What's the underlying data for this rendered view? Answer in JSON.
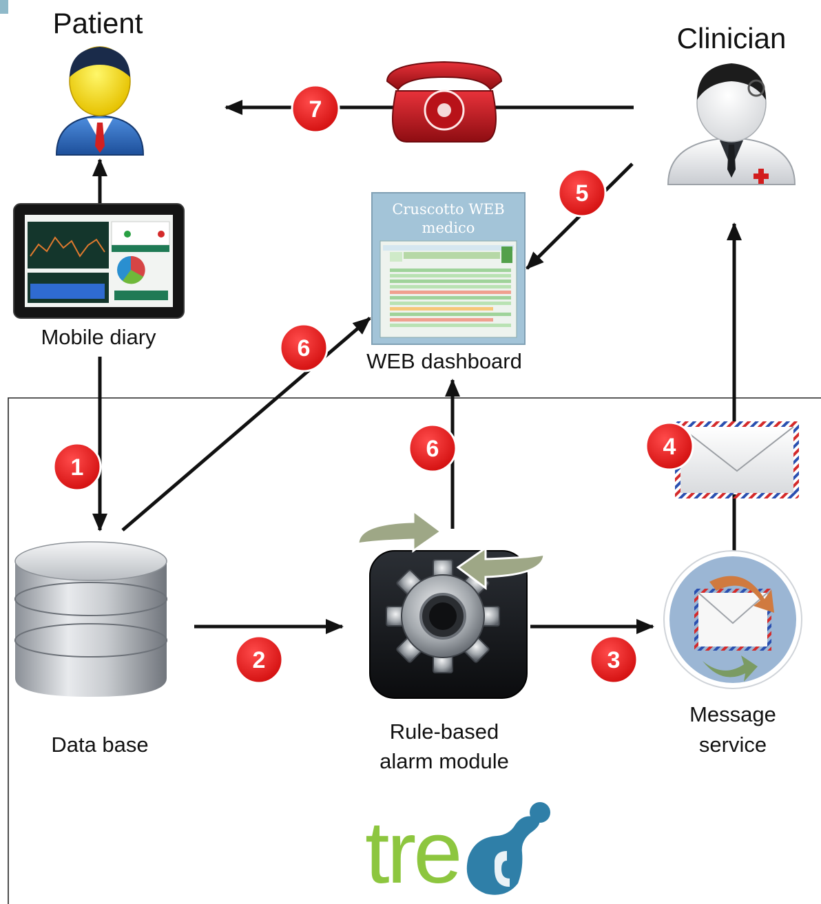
{
  "labels": {
    "patient": "Patient",
    "clinician": "Clinician",
    "mobile_diary": "Mobile diary",
    "web_dashboard": "WEB dashboard",
    "data_base": "Data base",
    "alarm_module_line1": "Rule-based",
    "alarm_module_line2": "alarm module",
    "message_service_line1": "Message",
    "message_service_line2": "service",
    "brand_logo": "treC"
  },
  "dashboard_screen": {
    "title_line1": "Cruscotto WEB",
    "title_line2": "medico"
  },
  "steps": [
    "1",
    "2",
    "3",
    "4",
    "5",
    "6",
    "6",
    "7"
  ],
  "colors": {
    "badge": "#e41a1a",
    "arrow": "#111111",
    "logo_green": "#8dc63f",
    "logo_blue": "#2f7fa8",
    "phone_red": "#c8141c"
  }
}
